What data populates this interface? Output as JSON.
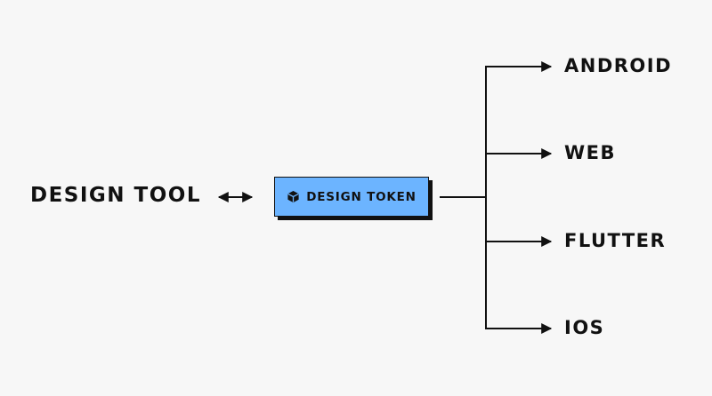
{
  "diagram": {
    "source": "DESIGN TOOL",
    "center": {
      "label": "DESIGN TOKEN",
      "icon": "cube-icon",
      "fill_color": "#6cb4ff"
    },
    "targets": [
      "ANDROID",
      "WEB",
      "FLUTTER",
      "IOS"
    ],
    "line_color": "#111111"
  }
}
